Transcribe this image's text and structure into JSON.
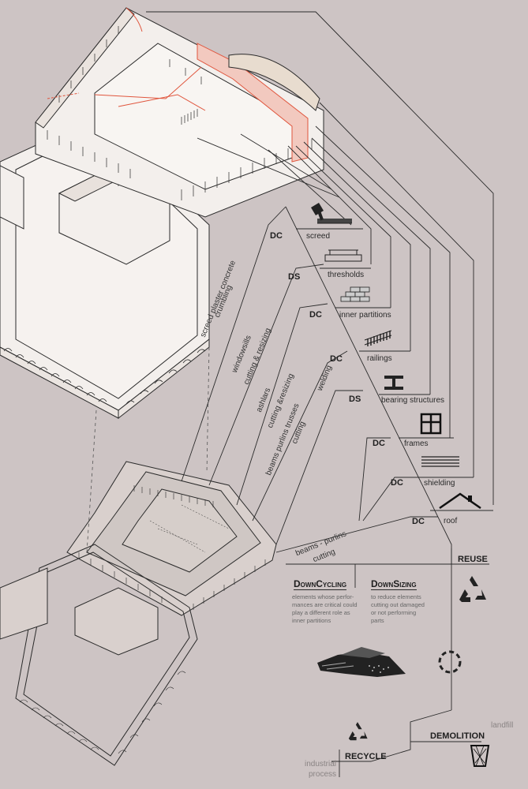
{
  "elements": [
    {
      "label": "screed",
      "tag": "DC"
    },
    {
      "label": "thresholds",
      "tag": "DS"
    },
    {
      "label": "inner partitions",
      "tag": "DC"
    },
    {
      "label": "railings",
      "tag": "DC"
    },
    {
      "label": "bearing structures",
      "tag": "DS"
    },
    {
      "label": "frames",
      "tag": "DC"
    },
    {
      "label": "shielding",
      "tag": "DC"
    },
    {
      "label": "roof",
      "tag": "DC"
    }
  ],
  "processes": [
    {
      "text": "screed plaster concrete"
    },
    {
      "text": "crumbling"
    },
    {
      "text": "windowsills"
    },
    {
      "text": "cutting & resizing"
    },
    {
      "text": "ashlars"
    },
    {
      "text": "cutting &resizing"
    },
    {
      "text": "beams purlins trusses"
    },
    {
      "text": "cutting"
    },
    {
      "text": "welding"
    },
    {
      "text": "beams - purlins"
    },
    {
      "text": "cutting"
    }
  ],
  "reuse": "REUSE",
  "downcycling": {
    "title": "DownCycling",
    "desc": "elements whose perfor-\nmances are critical could\nplay a different role as\ninner partitions"
  },
  "downsizing": {
    "title": "DownSizing",
    "desc": "to reduce elements\ncutting out damaged\nor not performing\nparts"
  },
  "demolition": "DEMOLITION",
  "landfill": "landfill",
  "recycle": "RECYCLE",
  "industrial": "industrial\nprocess",
  "colors": {
    "background": "#cdc4c4",
    "line": "#2b2b2b",
    "highlight": "#e0553d",
    "building": "#f3efec"
  },
  "icons": [
    "screed-tool-icon",
    "threshold-icon",
    "brick-wall-icon",
    "railing-icon",
    "steel-beam-icon",
    "window-frame-icon",
    "shielding-icon",
    "roof-icon",
    "recycle-icon",
    "dashed-circle-icon",
    "debris-icon",
    "recycle-small-icon",
    "trash-bin-icon"
  ]
}
